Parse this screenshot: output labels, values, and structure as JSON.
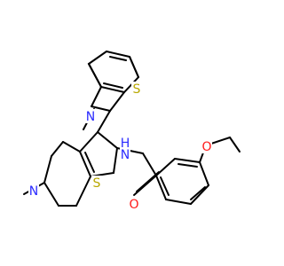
{
  "diagram": {
    "atom_labels": {
      "s_benzothiazole": "S",
      "n_benzothiazole": "N",
      "n_amide": "N",
      "h_amide": "H",
      "s_thiophene": "S",
      "n_piperidine": "N",
      "o_carbonyl": "O",
      "o_ether": "O"
    },
    "colors": {
      "sulfur": "#b8a800",
      "nitrogen": "#2b2bff",
      "oxygen": "#ff1a1a",
      "bond": "#000000"
    }
  }
}
